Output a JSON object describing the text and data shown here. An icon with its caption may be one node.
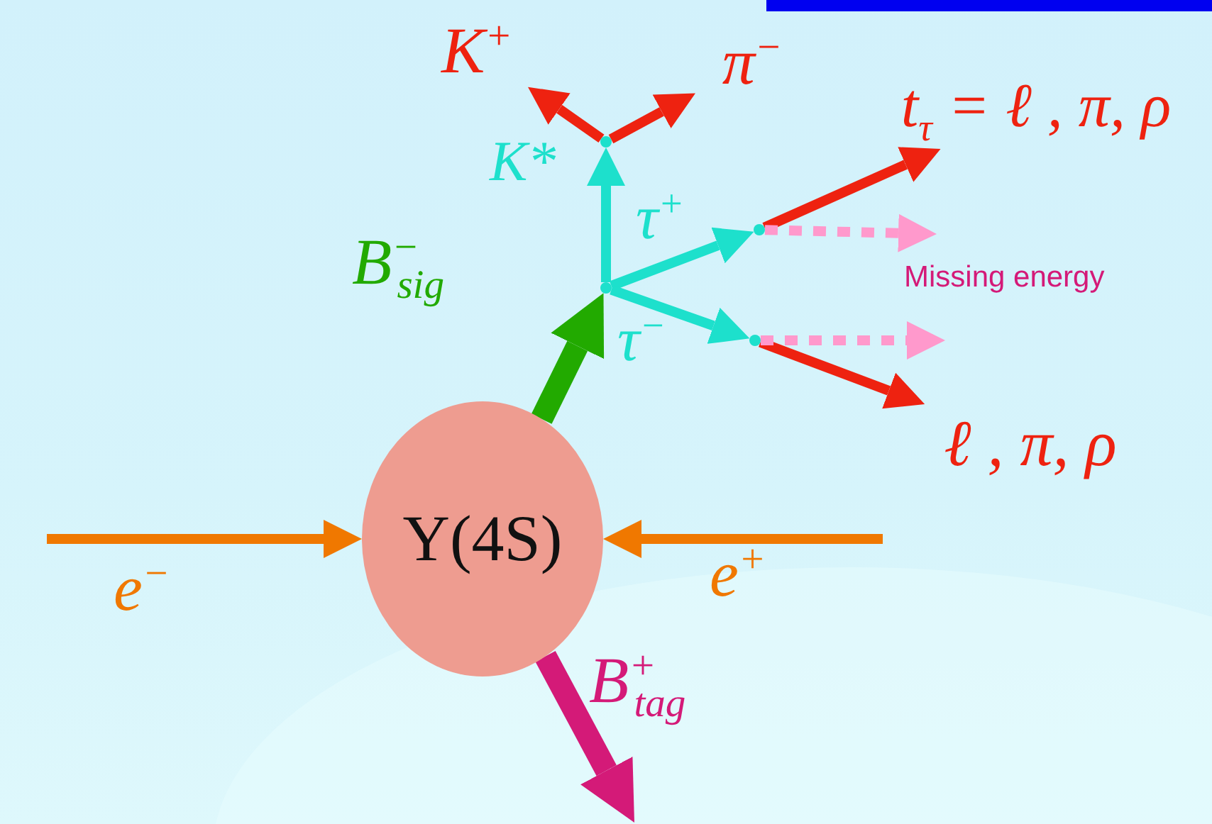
{
  "diagram": {
    "nodes": [
      {
        "text": [
          "Υ(4S)"
        ]
      },
      {
        "text": [],
        "shape": "dot"
      },
      {
        "text": [],
        "shape": "dot"
      },
      {
        "text": [],
        "shape": "dot"
      },
      {
        "text": [],
        "shape": "dot"
      },
      {
        "text": [
          "K$^{+}$"
        ]
      },
      {
        "text": [
          "π$^{−}$"
        ]
      },
      {
        "text": [
          "t$_{τ}$ = ℓ , π, ρ"
        ]
      },
      {
        "text": [
          "ℓ , π, ρ"
        ]
      }
    ],
    "edges": [
      {
        "from": null,
        "to": 0,
        "arrow": "to",
        "label": "e$^{−}$",
        "color": "#f07800"
      },
      {
        "from": null,
        "to": 0,
        "arrow": "to",
        "label": "e$^{+}$",
        "color": "#f07800"
      },
      {
        "from": 0,
        "to": 1,
        "arrow": "to",
        "label": "B$^{−}$$_{sig}$",
        "style": "thick",
        "color": "#22aa00"
      },
      {
        "from": 0,
        "to": null,
        "arrow": "to",
        "label": "B$^{+}$$_{tag}$",
        "style": "thick",
        "color": "#d41a78"
      },
      {
        "from": 1,
        "to": 2,
        "arrow": "to",
        "label": "K*",
        "color": "#1de0cc"
      },
      {
        "from": 1,
        "to": 3,
        "arrow": "to",
        "label": "τ$^{+}$",
        "color": "#1de0cc"
      },
      {
        "from": 1,
        "to": 4,
        "arrow": "to",
        "label": "τ$^{−}$",
        "color": "#1de0cc"
      },
      {
        "from": 2,
        "to": 5,
        "arrow": "to",
        "color": "#ee2210"
      },
      {
        "from": 2,
        "to": 6,
        "arrow": "to",
        "color": "#ee2210"
      },
      {
        "from": 3,
        "to": 7,
        "arrow": "to",
        "color": "#ee2210"
      },
      {
        "from": 4,
        "to": 8,
        "arrow": "to",
        "color": "#ee2210"
      },
      {
        "from": 3,
        "to": null,
        "arrow": "to",
        "style": "dashed",
        "color": "#ff99cc"
      },
      {
        "from": 4,
        "to": null,
        "arrow": "to",
        "style": "dashed",
        "color": "#ff99cc"
      }
    ],
    "labels": [
      "Missing energy"
    ]
  }
}
